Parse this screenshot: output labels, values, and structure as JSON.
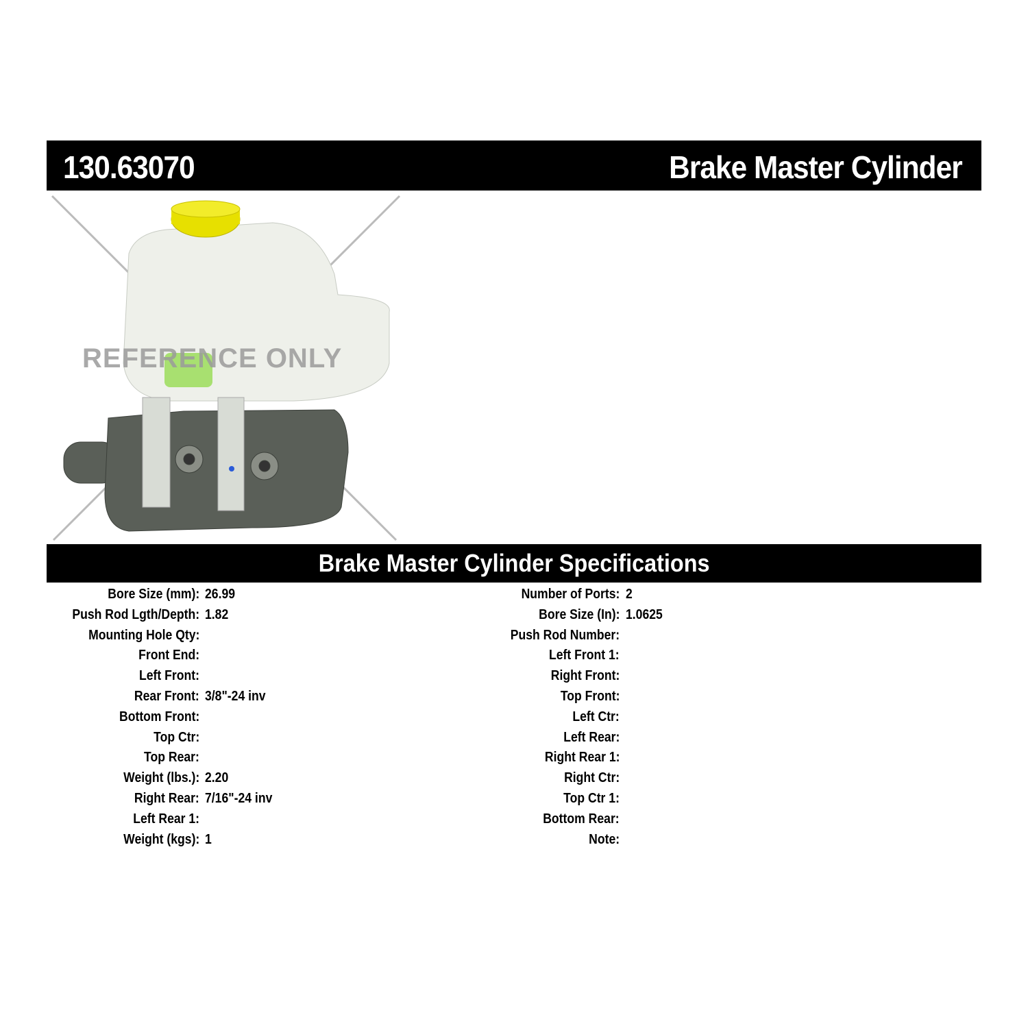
{
  "header": {
    "part_number": "130.63070",
    "product_name": "Brake Master Cylinder"
  },
  "image": {
    "watermark": "REFERENCE ONLY"
  },
  "specs": {
    "title": "Brake Master Cylinder Specifications",
    "left": [
      {
        "label": "Bore Size (mm):",
        "value": "26.99"
      },
      {
        "label": "Push Rod Lgth/Depth:",
        "value": "1.82"
      },
      {
        "label": "Mounting Hole Qty:",
        "value": ""
      },
      {
        "label": "Front End:",
        "value": ""
      },
      {
        "label": "Left Front:",
        "value": ""
      },
      {
        "label": "Rear Front:",
        "value": "3/8\"-24 inv"
      },
      {
        "label": "Bottom Front:",
        "value": ""
      },
      {
        "label": "Top Ctr:",
        "value": ""
      },
      {
        "label": "Top Rear:",
        "value": ""
      },
      {
        "label": "Weight (lbs.):",
        "value": "2.20"
      },
      {
        "label": "Right Rear:",
        "value": "7/16\"-24 inv"
      },
      {
        "label": "Left Rear 1:",
        "value": ""
      },
      {
        "label": "Weight (kgs):",
        "value": "1"
      }
    ],
    "right": [
      {
        "label": "Number of Ports:",
        "value": "2"
      },
      {
        "label": "Bore Size (In):",
        "value": "1.0625"
      },
      {
        "label": "Push Rod Number:",
        "value": ""
      },
      {
        "label": "Left Front 1:",
        "value": ""
      },
      {
        "label": "Right Front:",
        "value": ""
      },
      {
        "label": "Top Front:",
        "value": ""
      },
      {
        "label": "Left Ctr:",
        "value": ""
      },
      {
        "label": "Left Rear:",
        "value": ""
      },
      {
        "label": "Right Rear 1:",
        "value": ""
      },
      {
        "label": "Right Ctr:",
        "value": ""
      },
      {
        "label": "Top Ctr 1:",
        "value": ""
      },
      {
        "label": "Bottom Rear:",
        "value": ""
      },
      {
        "label": "Note:",
        "value": ""
      }
    ]
  }
}
